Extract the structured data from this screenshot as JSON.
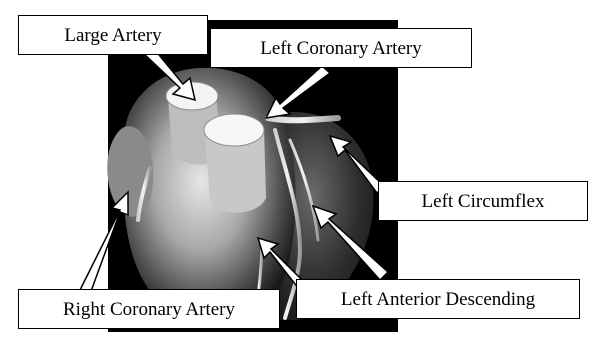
{
  "image": {
    "subject": "3D rendered heart with coronary arteries",
    "background": "#000000"
  },
  "labels": {
    "large_artery": "Large Artery",
    "left_coronary_artery": "Left Coronary Artery",
    "left_circumflex": "Left Circumflex",
    "left_anterior_descending": "Left Anterior Descending",
    "right_coronary_artery": "Right Coronary Artery"
  }
}
